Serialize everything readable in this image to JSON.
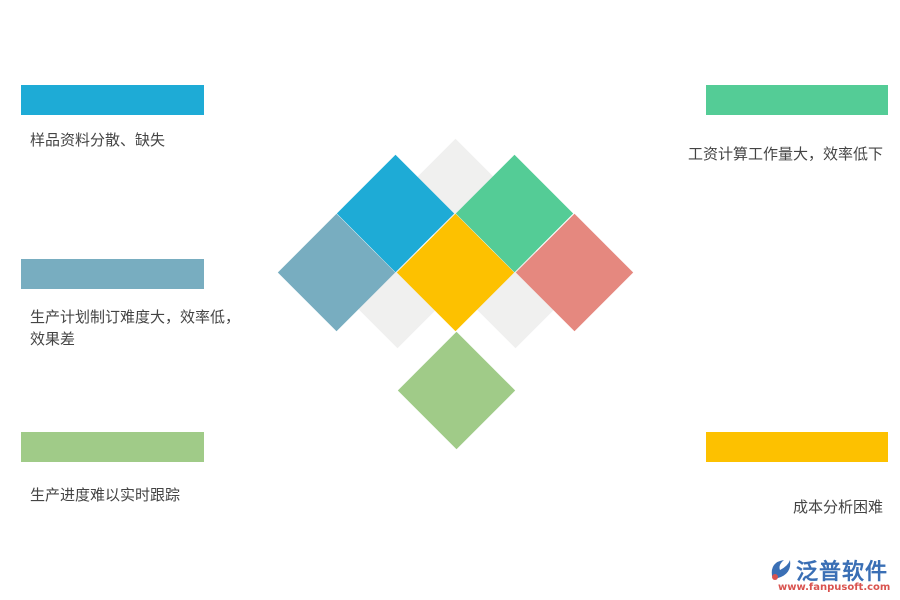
{
  "items": [
    {
      "text": "样品资料分散、缺失",
      "color": "#1eabd6"
    },
    {
      "text": "生产计划制订难度大，效率低，",
      "text2": "效果差",
      "color": "#78adc0"
    },
    {
      "text": "生产进度难以实时跟踪",
      "color": "#a0cb88"
    },
    {
      "text": "工资计算工作量大，效率低下",
      "color": "#54cc96"
    },
    {
      "text": "成本分析困难",
      "color": "#fdc100"
    }
  ],
  "diamond_colors": {
    "gray": "#f0f0ef",
    "blue": "#1eabd6",
    "green": "#54cc96",
    "steel": "#78adc0",
    "yellow": "#fdc100",
    "red": "#e5887f",
    "lightgreen": "#a0cb88"
  },
  "logo": {
    "name": "泛普软件",
    "url": "www.fanpusoft.com",
    "accent": "#3a6fb5",
    "mark_icon": "fanpu-logo-icon"
  }
}
